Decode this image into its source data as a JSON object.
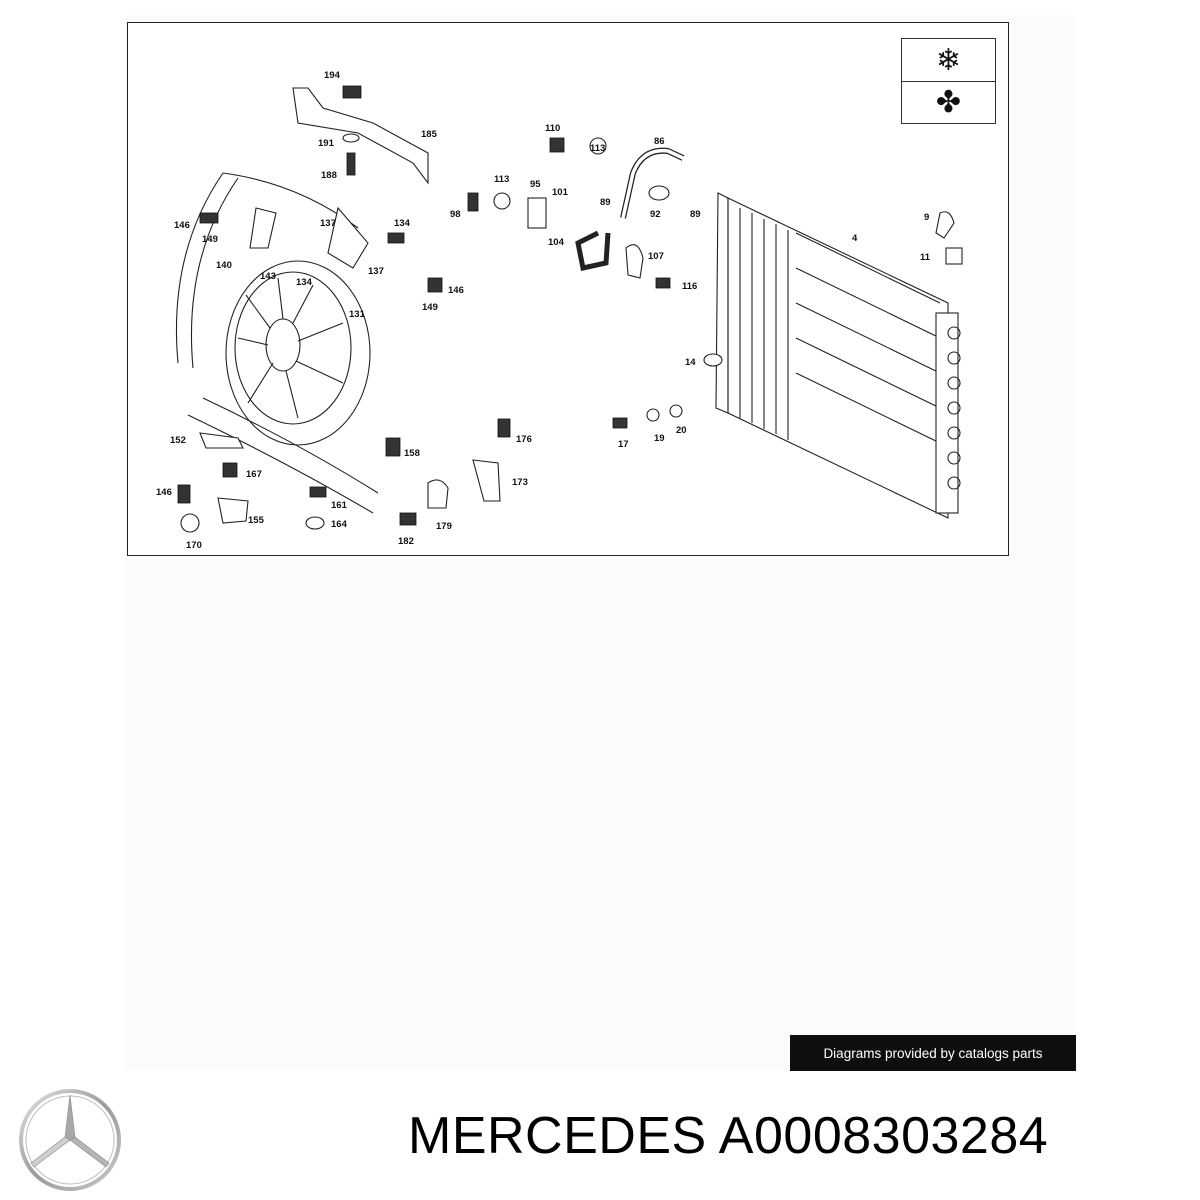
{
  "legend": {
    "top_icon": "snowflake-icon",
    "top_glyph": "❄",
    "bottom_icon": "fan-icon",
    "bottom_glyph": "✤"
  },
  "callouts": [
    "194",
    "185",
    "191",
    "188",
    "110",
    "113",
    "86",
    "113",
    "95",
    "101",
    "98",
    "89",
    "92",
    "89",
    "104",
    "107",
    "116",
    "4",
    "9",
    "11",
    "14",
    "146",
    "149",
    "137",
    "134",
    "140",
    "143",
    "134",
    "137",
    "146",
    "149",
    "131",
    "152",
    "167",
    "146",
    "155",
    "170",
    "158",
    "161",
    "164",
    "176",
    "173",
    "179",
    "182",
    "17",
    "19",
    "20"
  ],
  "credit": "Diagrams provided by catalogs parts",
  "brand": "MERCEDES",
  "part_number": "A0008303284",
  "logo_icon": "mercedes-star-icon"
}
